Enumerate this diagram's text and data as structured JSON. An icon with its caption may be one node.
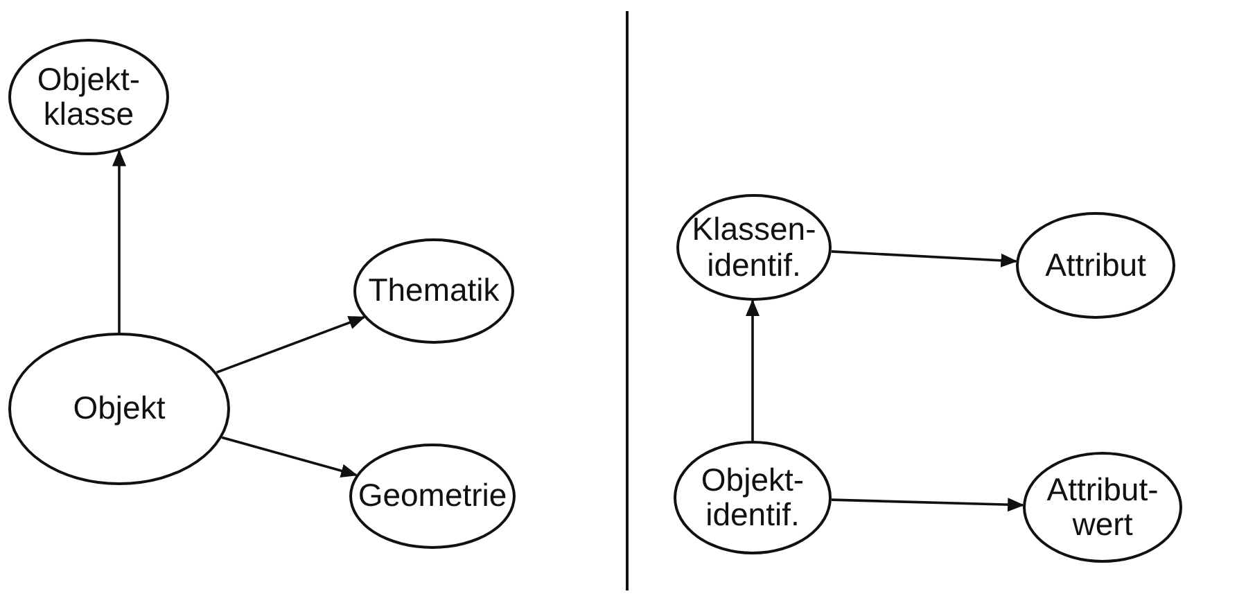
{
  "diagram": {
    "nodes": [
      {
        "text": [
          "Objekt- klasse"
        ]
      },
      {
        "text": [
          "Thematik"
        ]
      },
      {
        "text": [
          "Objekt"
        ]
      },
      {
        "text": [
          "Geometrie"
        ]
      },
      {
        "text": [
          "Klassen- identif."
        ]
      },
      {
        "text": [
          "Attribut"
        ]
      },
      {
        "text": [
          "Objekt- identif."
        ]
      },
      {
        "text": [
          "Attribut- wert"
        ]
      }
    ],
    "edges": [
      {
        "from": 2,
        "to": 0,
        "arrow": "to"
      },
      {
        "from": 2,
        "to": 1,
        "arrow": "to"
      },
      {
        "from": 2,
        "to": 3,
        "arrow": "to"
      },
      {
        "from": 4,
        "to": 5,
        "arrow": "to"
      },
      {
        "from": 6,
        "to": 4,
        "arrow": "to"
      },
      {
        "from": 6,
        "to": 7,
        "arrow": "to"
      }
    ]
  }
}
